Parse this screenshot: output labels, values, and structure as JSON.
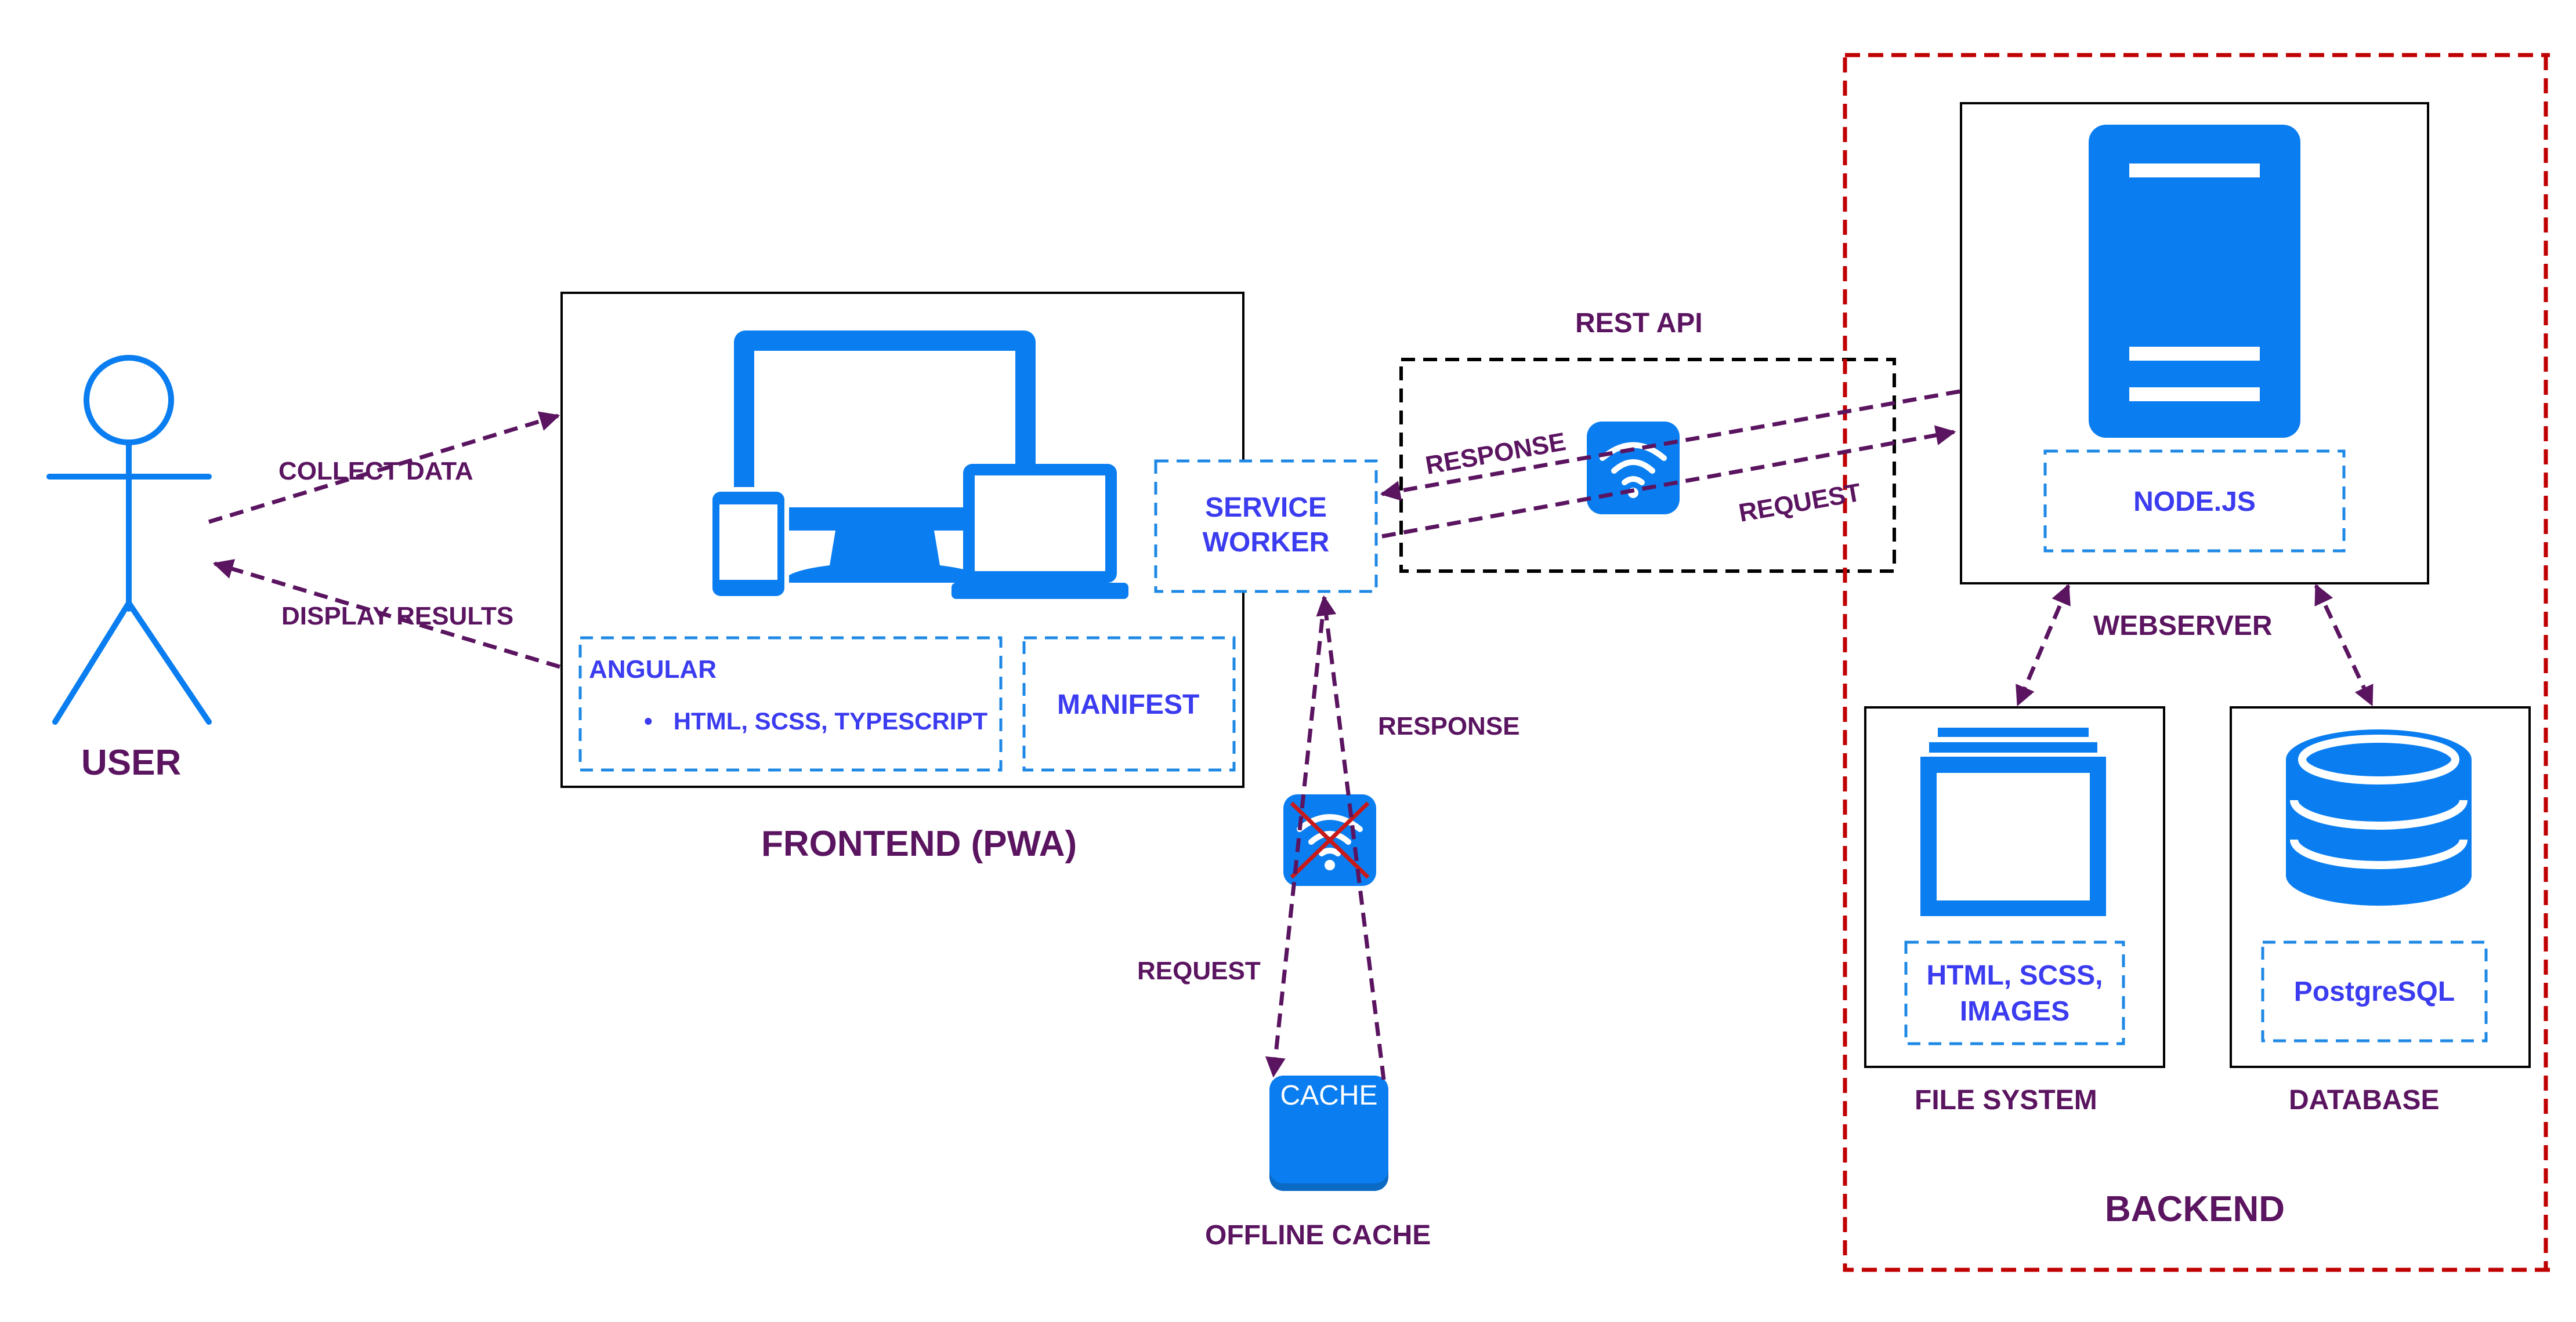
{
  "user": {
    "label": "USER"
  },
  "arrows": {
    "collect_data": "COLLECT DATA",
    "display_results": "DISPLAY RESULTS",
    "response_top": "RESPONSE",
    "request_top": "REQUEST",
    "response_side": "RESPONSE",
    "request_side": "REQUEST"
  },
  "frontend": {
    "title": "FRONTEND (PWA)",
    "angular_label": "ANGULAR",
    "angular_bullet": "HTML, SCSS, TYPESCRIPT",
    "manifest": "MANIFEST",
    "service_worker_line1": "SERVICE",
    "service_worker_line2": "WORKER"
  },
  "rest_api": {
    "label": "REST API"
  },
  "backend": {
    "title": "BACKEND",
    "webserver": "WEBSERVER",
    "nodejs": "NODE.JS",
    "file_system": "FILE SYSTEM",
    "file_contents_line1": "HTML, SCSS,",
    "file_contents_line2": "IMAGES",
    "database": "DATABASE",
    "db_engine": "PostgreSQL"
  },
  "cache": {
    "icon_text": "CACHE",
    "label": "OFFLINE CACHE"
  },
  "colors": {
    "icon_blue": "#0a7ef0",
    "dash_blue": "#1e88e5",
    "arrow_purple": "#5a1460",
    "backend_red": "#c00000",
    "text_blue": "#3b3bf0"
  }
}
